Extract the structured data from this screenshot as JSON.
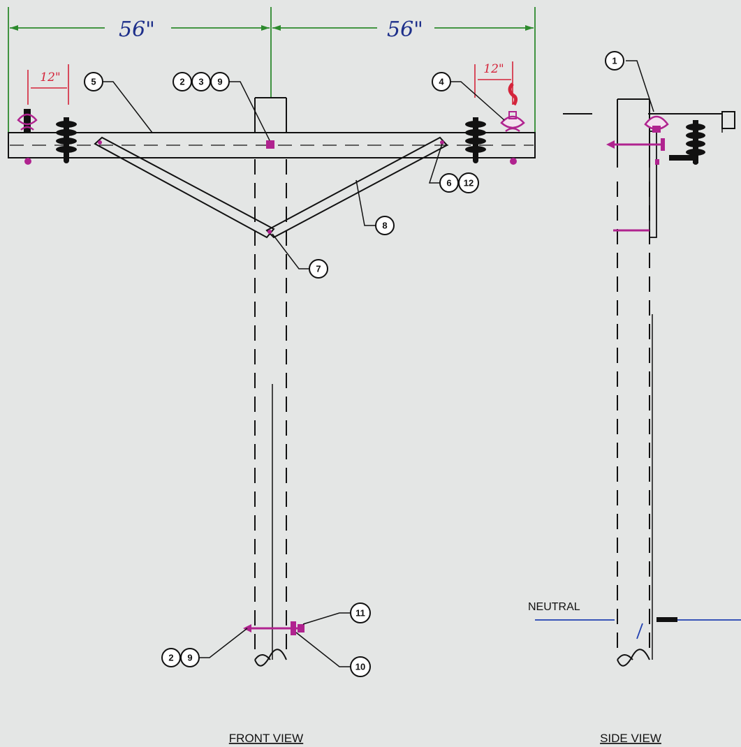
{
  "dimensions": {
    "left_span": "56\"",
    "right_span": "56\"",
    "left_insulator_offset": "12\"",
    "right_insulator_offset": "12\""
  },
  "callouts": {
    "c1": "1",
    "c2a": "2",
    "c3": "3",
    "c9a": "9",
    "c4": "4",
    "c5": "5",
    "c6": "6",
    "c12": "12",
    "c7": "7",
    "c8": "8",
    "c2b": "2",
    "c9b": "9",
    "c10": "10",
    "c11": "11"
  },
  "labels": {
    "neutral": "NEUTRAL",
    "front_view": "FRONT VIEW",
    "side_view": "SIDE VIEW"
  },
  "colors": {
    "dimension_lines": "#2d8a2d",
    "dimension_text": "#1d2f8a",
    "markups": "#d4243a",
    "hardware": "#b0238f",
    "neutral_line": "#1f3fb0"
  }
}
